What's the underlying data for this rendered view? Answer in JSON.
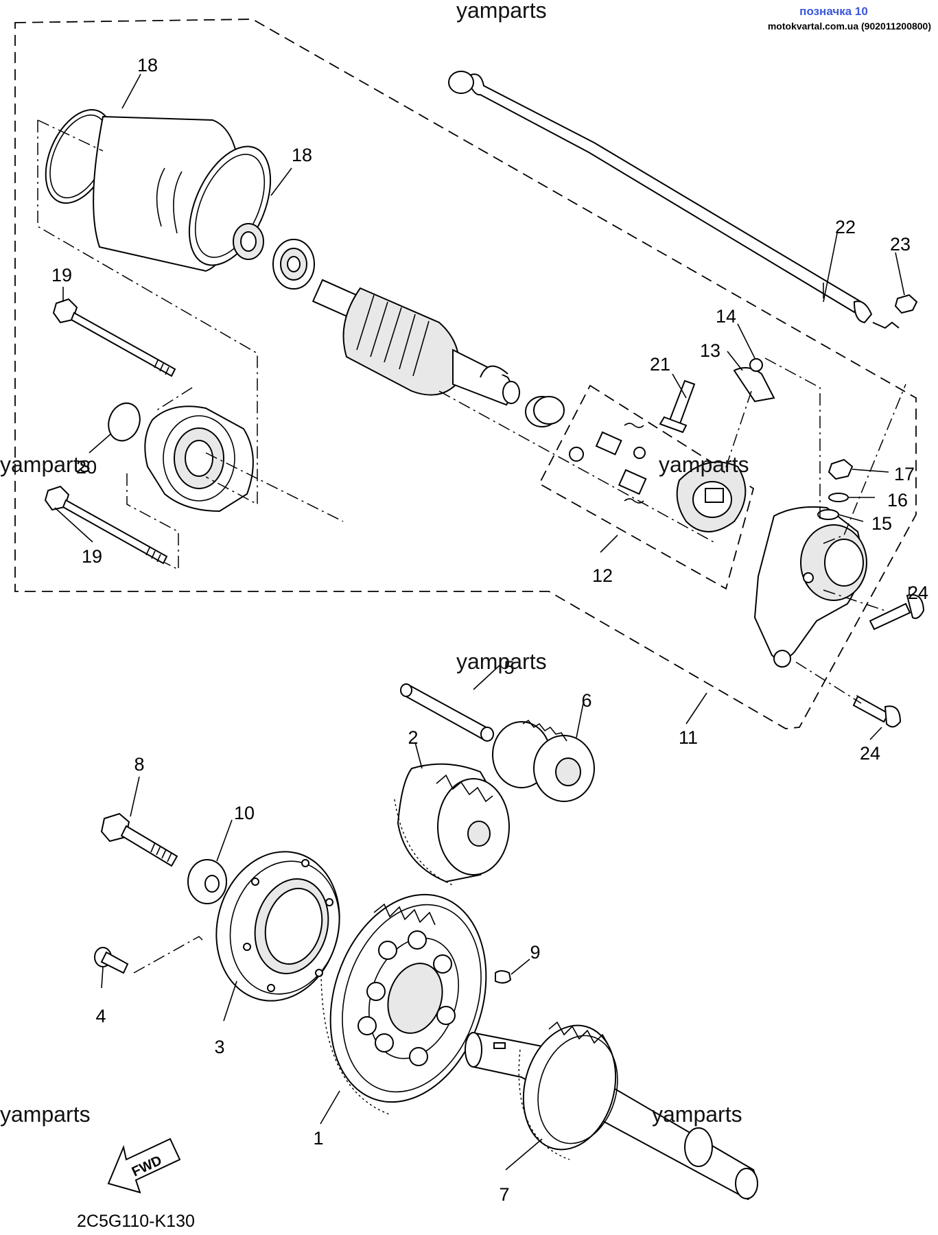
{
  "watermarks": [
    "yamparts",
    "yamparts",
    "yamparts",
    "yamparts",
    "yamparts"
  ],
  "source": {
    "title": "позначка 10",
    "subtitle": "motokvartal.com.ua (902011200800)"
  },
  "diagram_code": "2C5G110-K130",
  "fwd_label": "FWD",
  "callouts": [
    "1",
    "2",
    "3",
    "4",
    "5",
    "6",
    "7",
    "8",
    "9",
    "10",
    "11",
    "12",
    "13",
    "14",
    "15",
    "16",
    "17",
    "18",
    "18",
    "19",
    "19",
    "20",
    "21",
    "22",
    "23",
    "24",
    "24"
  ]
}
